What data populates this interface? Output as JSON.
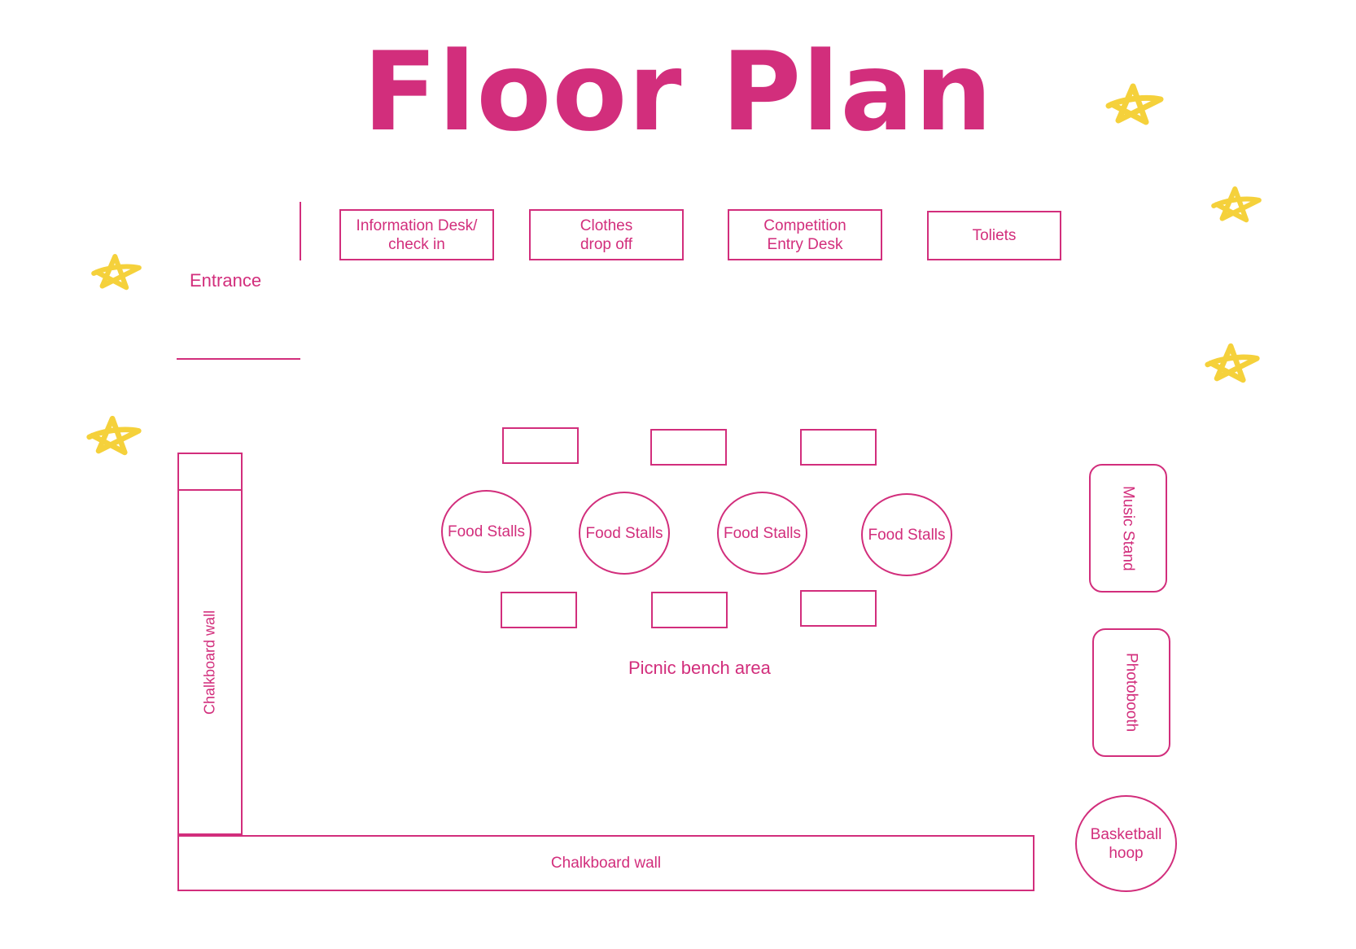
{
  "title": "Floor Plan",
  "colors": {
    "accent": "#d22e7c",
    "star": "#f5d13b",
    "background": "#ffffff"
  },
  "entrance": {
    "label": "Entrance"
  },
  "top_row": {
    "information_desk": "Information Desk/\ncheck in",
    "clothes_drop_off": "Clothes\ndrop off",
    "competition_entry_desk": "Competition\nEntry Desk",
    "toilets": "Toliets"
  },
  "food_stalls": [
    "Food Stalls",
    "Food Stalls",
    "Food Stalls",
    "Food Stalls"
  ],
  "picnic_area": {
    "label": "Picnic bench area"
  },
  "walls": {
    "left": "Chalkboard wall",
    "bottom": "Chalkboard wall"
  },
  "right_column": {
    "music_stand": "Music Stand",
    "photobooth": "Photobooth",
    "basketball_hoop": "Basketball\nhoop"
  },
  "icons": [
    "star-icon",
    "star-icon",
    "star-icon",
    "star-icon",
    "star-icon",
    "star-icon"
  ]
}
